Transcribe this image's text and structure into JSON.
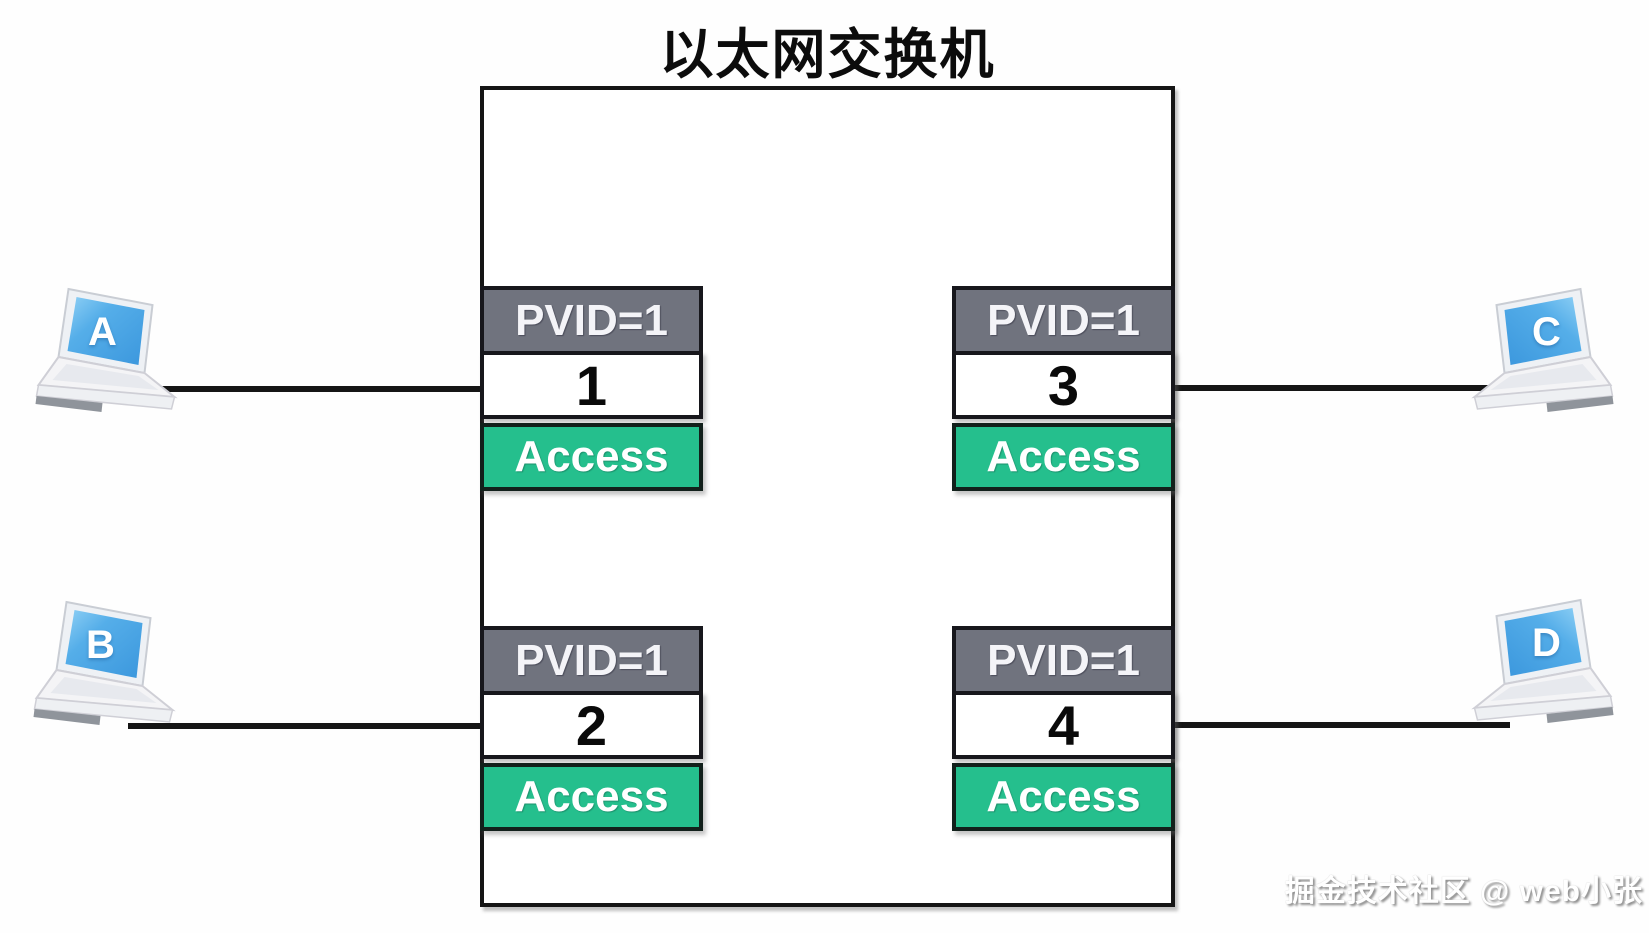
{
  "title": "以太网交换机",
  "watermark": "掘金技术社区 @ web小张",
  "colors": {
    "pvid_bg": "#70737e",
    "access_bg": "#25bf8d",
    "screen_blue": "#4aa5e8",
    "line_color": "#151515"
  },
  "icons": {
    "host_icon": "laptop-icon"
  },
  "switch": {
    "ports": [
      {
        "pvid_label": "PVID=1",
        "number": "1",
        "mode_label": "Access"
      },
      {
        "pvid_label": "PVID=1",
        "number": "2",
        "mode_label": "Access"
      },
      {
        "pvid_label": "PVID=1",
        "number": "3",
        "mode_label": "Access"
      },
      {
        "pvid_label": "PVID=1",
        "number": "4",
        "mode_label": "Access"
      }
    ]
  },
  "hosts": [
    {
      "label": "A"
    },
    {
      "label": "B"
    },
    {
      "label": "C"
    },
    {
      "label": "D"
    }
  ]
}
